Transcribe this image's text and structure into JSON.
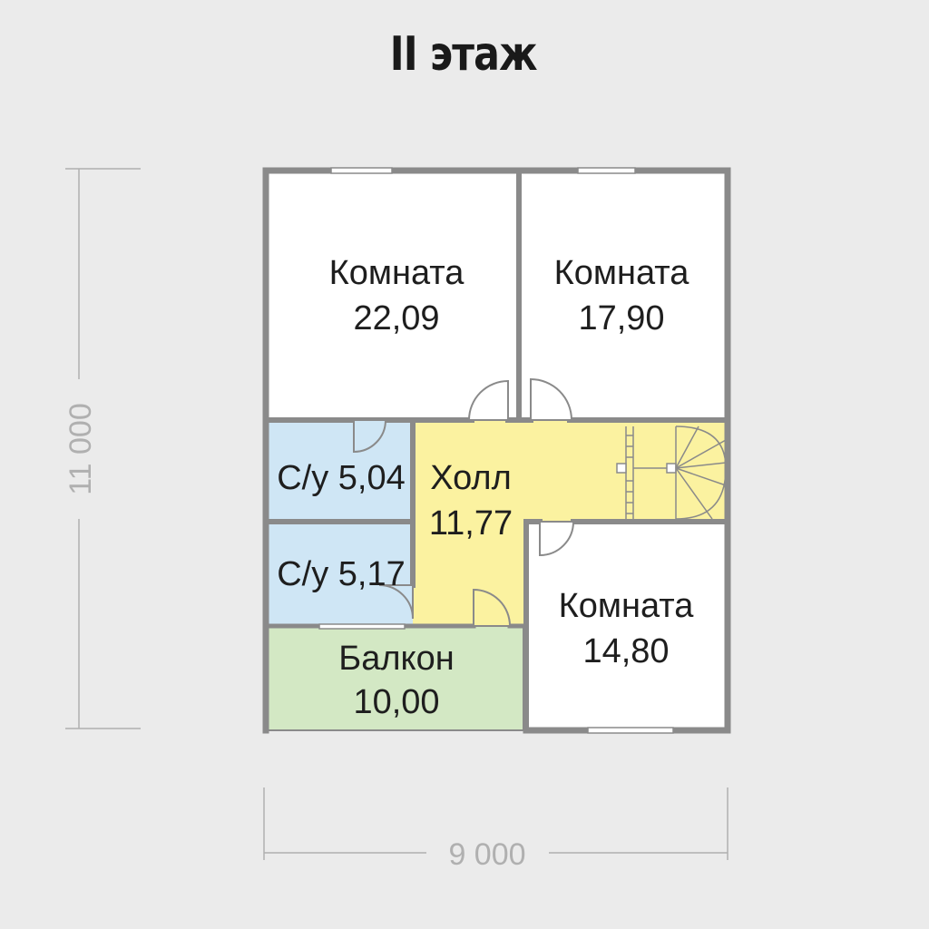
{
  "title": "II этаж",
  "dimensions": {
    "height": "11 000",
    "width": "9 000"
  },
  "rooms": [
    {
      "name": "Комната",
      "area": "22,09"
    },
    {
      "name": "Комната",
      "area": "17,90"
    },
    {
      "name": "С/у 5,04"
    },
    {
      "name": "Холл",
      "area": "11,77"
    },
    {
      "name": "С/у 5,17"
    },
    {
      "name": "Балкон",
      "area": "10,00"
    },
    {
      "name": "Комната",
      "area": "14,80"
    }
  ],
  "colors": {
    "background": "#ebebeb",
    "wall": "#8a8a8a",
    "room": "#ffffff",
    "bathroom": "#cfe6f5",
    "hall": "#fbf2a0",
    "balcony": "#d3e8c4",
    "dimension": "#b0b0b0"
  }
}
